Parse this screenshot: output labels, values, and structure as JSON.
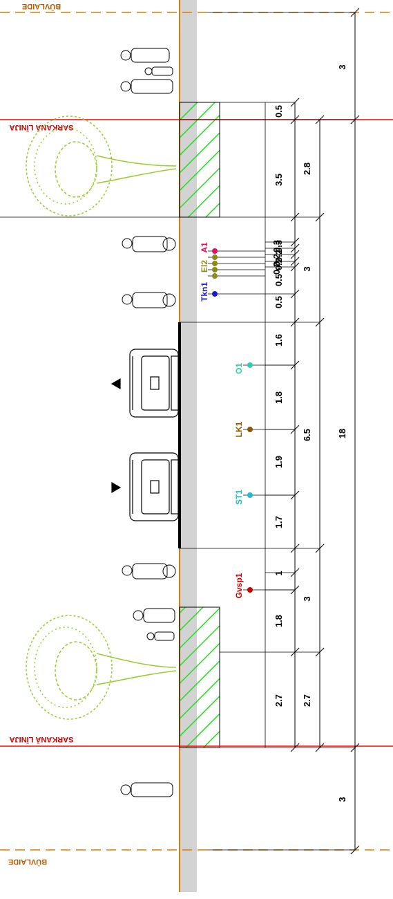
{
  "labels": {
    "building_line": "BŪVLAIDE",
    "red_line": "SARKANĀ LĪNIJA"
  },
  "colors": {
    "red_line": "#ff0000",
    "building_line": "#e07b00",
    "hatch": "#22dd22",
    "tree": "#9acd32",
    "road": "#d3d3d3"
  },
  "utilities": [
    {
      "code": "A1",
      "color": "#e0115f"
    },
    {
      "code": "El2",
      "color": "#8b8b1a"
    },
    {
      "code": "Tkn1",
      "color": "#1a1acd"
    },
    {
      "code": "O1",
      "color": "#33ccaa"
    },
    {
      "code": "LK1",
      "color": "#8b5a00"
    },
    {
      "code": "ST1",
      "color": "#22bbcc"
    },
    {
      "code": "Gvsp1",
      "color": "#cc0000"
    }
  ],
  "dimensions": {
    "col1": [
      "0.5",
      "3.5",
      "0.3",
      "0.2",
      "0.2",
      "0.5",
      "0.5",
      "1.6",
      "1.8",
      "1.9",
      "1.7",
      "1",
      "1.8",
      "2.7"
    ],
    "col2": [
      "0.3",
      "0.2",
      "0.2",
      "2.7"
    ],
    "col3": [
      "2.8",
      "3",
      "6.5",
      "3"
    ],
    "col4": [
      "3",
      "18",
      "3"
    ]
  }
}
